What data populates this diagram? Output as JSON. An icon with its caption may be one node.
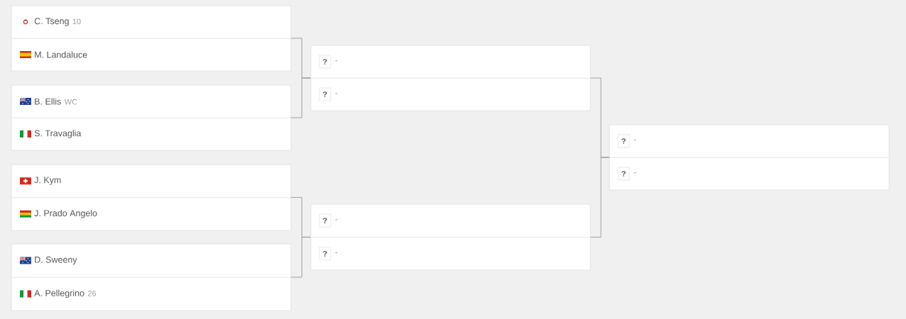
{
  "diagram": {
    "nodes": [
      {
        "text": [],
        "shape": "box"
      },
      {
        "text": [
          "C. Tseng",
          "10"
        ],
        "in": 0
      },
      {
        "text": [
          "M. Landaluce"
        ],
        "in": 0
      },
      {
        "text": [],
        "shape": "box"
      },
      {
        "text": [
          "B. Ellis",
          "WC"
        ],
        "in": 3
      },
      {
        "text": [
          "S. Travaglia"
        ],
        "in": 3
      },
      {
        "text": [],
        "shape": "box"
      },
      {
        "text": [
          "J. Kym"
        ],
        "in": 6
      },
      {
        "text": [
          "J. Prado Angelo"
        ],
        "in": 6
      },
      {
        "text": [],
        "shape": "box"
      },
      {
        "text": [
          "D. Sweeny"
        ],
        "in": 9
      },
      {
        "text": [
          "A. Pellegrino",
          "26"
        ],
        "in": 9
      },
      {
        "text": [],
        "shape": "box"
      },
      {
        "text": [
          "?",
          "-"
        ],
        "in": 12
      },
      {
        "text": [
          "?",
          "-"
        ],
        "in": 12
      },
      {
        "text": [],
        "shape": "box"
      },
      {
        "text": [
          "?",
          "-"
        ],
        "in": 15
      },
      {
        "text": [
          "?",
          "-"
        ],
        "in": 15
      },
      {
        "text": [],
        "shape": "box"
      },
      {
        "text": [
          "?",
          "-"
        ],
        "in": 18
      },
      {
        "text": [
          "?",
          "-"
        ],
        "in": 18
      }
    ],
    "edges": [
      {
        "from": 0,
        "to": 12,
        "arrow": "none"
      },
      {
        "from": 3,
        "to": 12,
        "arrow": "none"
      },
      {
        "from": 6,
        "to": 15,
        "arrow": "none"
      },
      {
        "from": 9,
        "to": 15,
        "arrow": "none"
      },
      {
        "from": 12,
        "to": 18,
        "arrow": "none"
      },
      {
        "from": 15,
        "to": 18,
        "arrow": "none"
      }
    ]
  }
}
